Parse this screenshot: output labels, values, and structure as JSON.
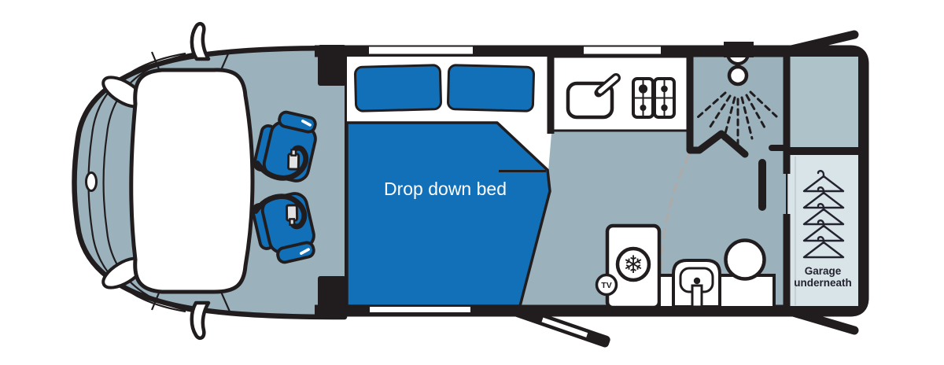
{
  "page": {
    "type": "motorhome-floorplan-top-view"
  },
  "floorplan": {
    "labels": {
      "drop_down_bed": "Drop down bed",
      "garage_line1": "Garage",
      "garage_line2": "underneath",
      "tv_point": "TV",
      "snowflake_glyph": "❄"
    },
    "colors": {
      "outline": "#211d1e",
      "accent_blue": "#1170b7",
      "floor": "#9bb1bb",
      "rear_floor": "#aec2ca",
      "wardrobe_floor": "#d9e4e8",
      "door_swing_dash": "#ababab",
      "text_light": "#ffffff",
      "text_dark": "#23232f"
    },
    "icons": [
      "wing-mirror-icon",
      "headlight-icon",
      "windscreen-icon",
      "swivel-seat-icon",
      "pillow-icon",
      "duvet-icon",
      "window-icon",
      "sink-icon",
      "tap-icon",
      "hob-icon",
      "shower-head-icon",
      "shower-spray-icon",
      "door-swing-icon",
      "bathroom-door-icon",
      "fridge-snowflake-icon",
      "tv-icon",
      "washbasin-icon",
      "toilet-icon",
      "coat-hanger-icon",
      "entry-door-icon",
      "rear-flap-icon"
    ]
  }
}
